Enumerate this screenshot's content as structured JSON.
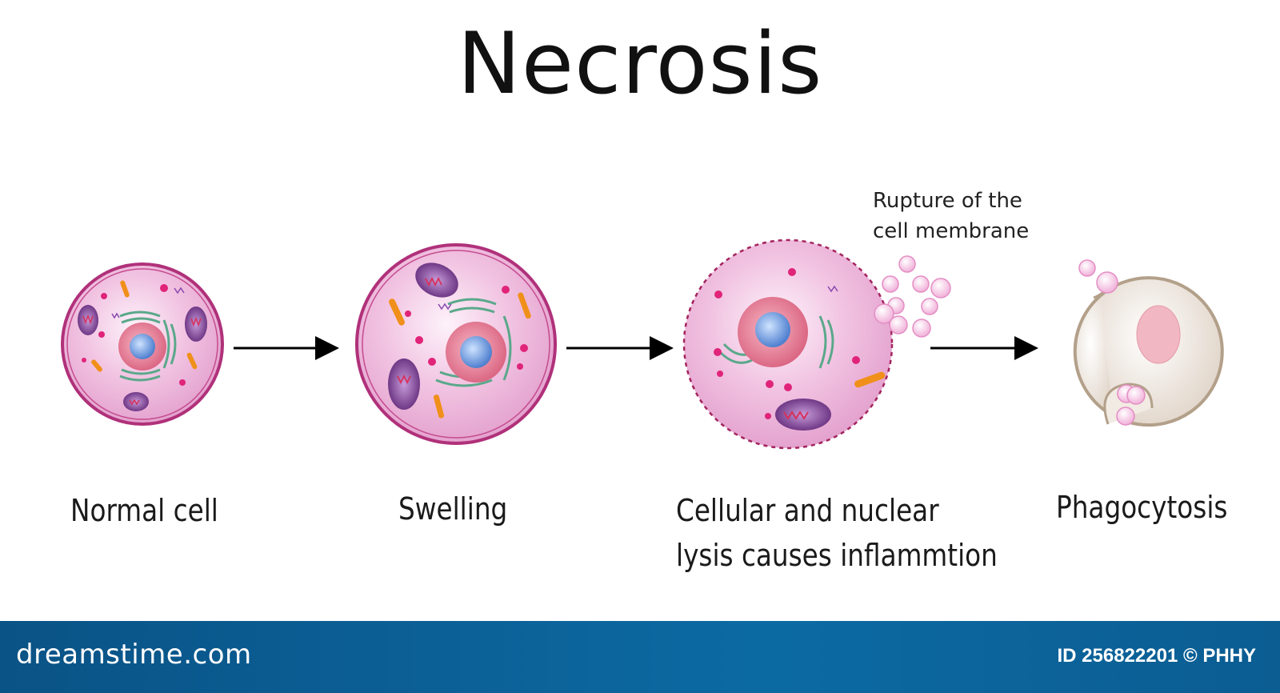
{
  "diagram": {
    "title": "Necrosis",
    "stages": [
      {
        "label": "Normal cell"
      },
      {
        "label": "Swelling"
      },
      {
        "label_line1": "Cellular and nuclear",
        "label_line2": "lysis causes inflammtion"
      },
      {
        "label": "Phagocytosis"
      }
    ],
    "annotation": "Rupture of the\ncell membrane",
    "colors": {
      "cytoplasm": "#f3c6e3",
      "membrane": "#b0317a",
      "nucleus": "#e57a96",
      "nucleolus": "#5a8fd6",
      "mitochondria": "#6a2a7e",
      "er": "#5aa88a",
      "lysosome": "#e0247a",
      "vesicle": "#f0901a",
      "phagocyte": "#e8e0d6",
      "arrow": "#000000"
    }
  },
  "footer": {
    "brand": "dreamstime.com",
    "image_id": "ID 256822201 © PHHY"
  }
}
